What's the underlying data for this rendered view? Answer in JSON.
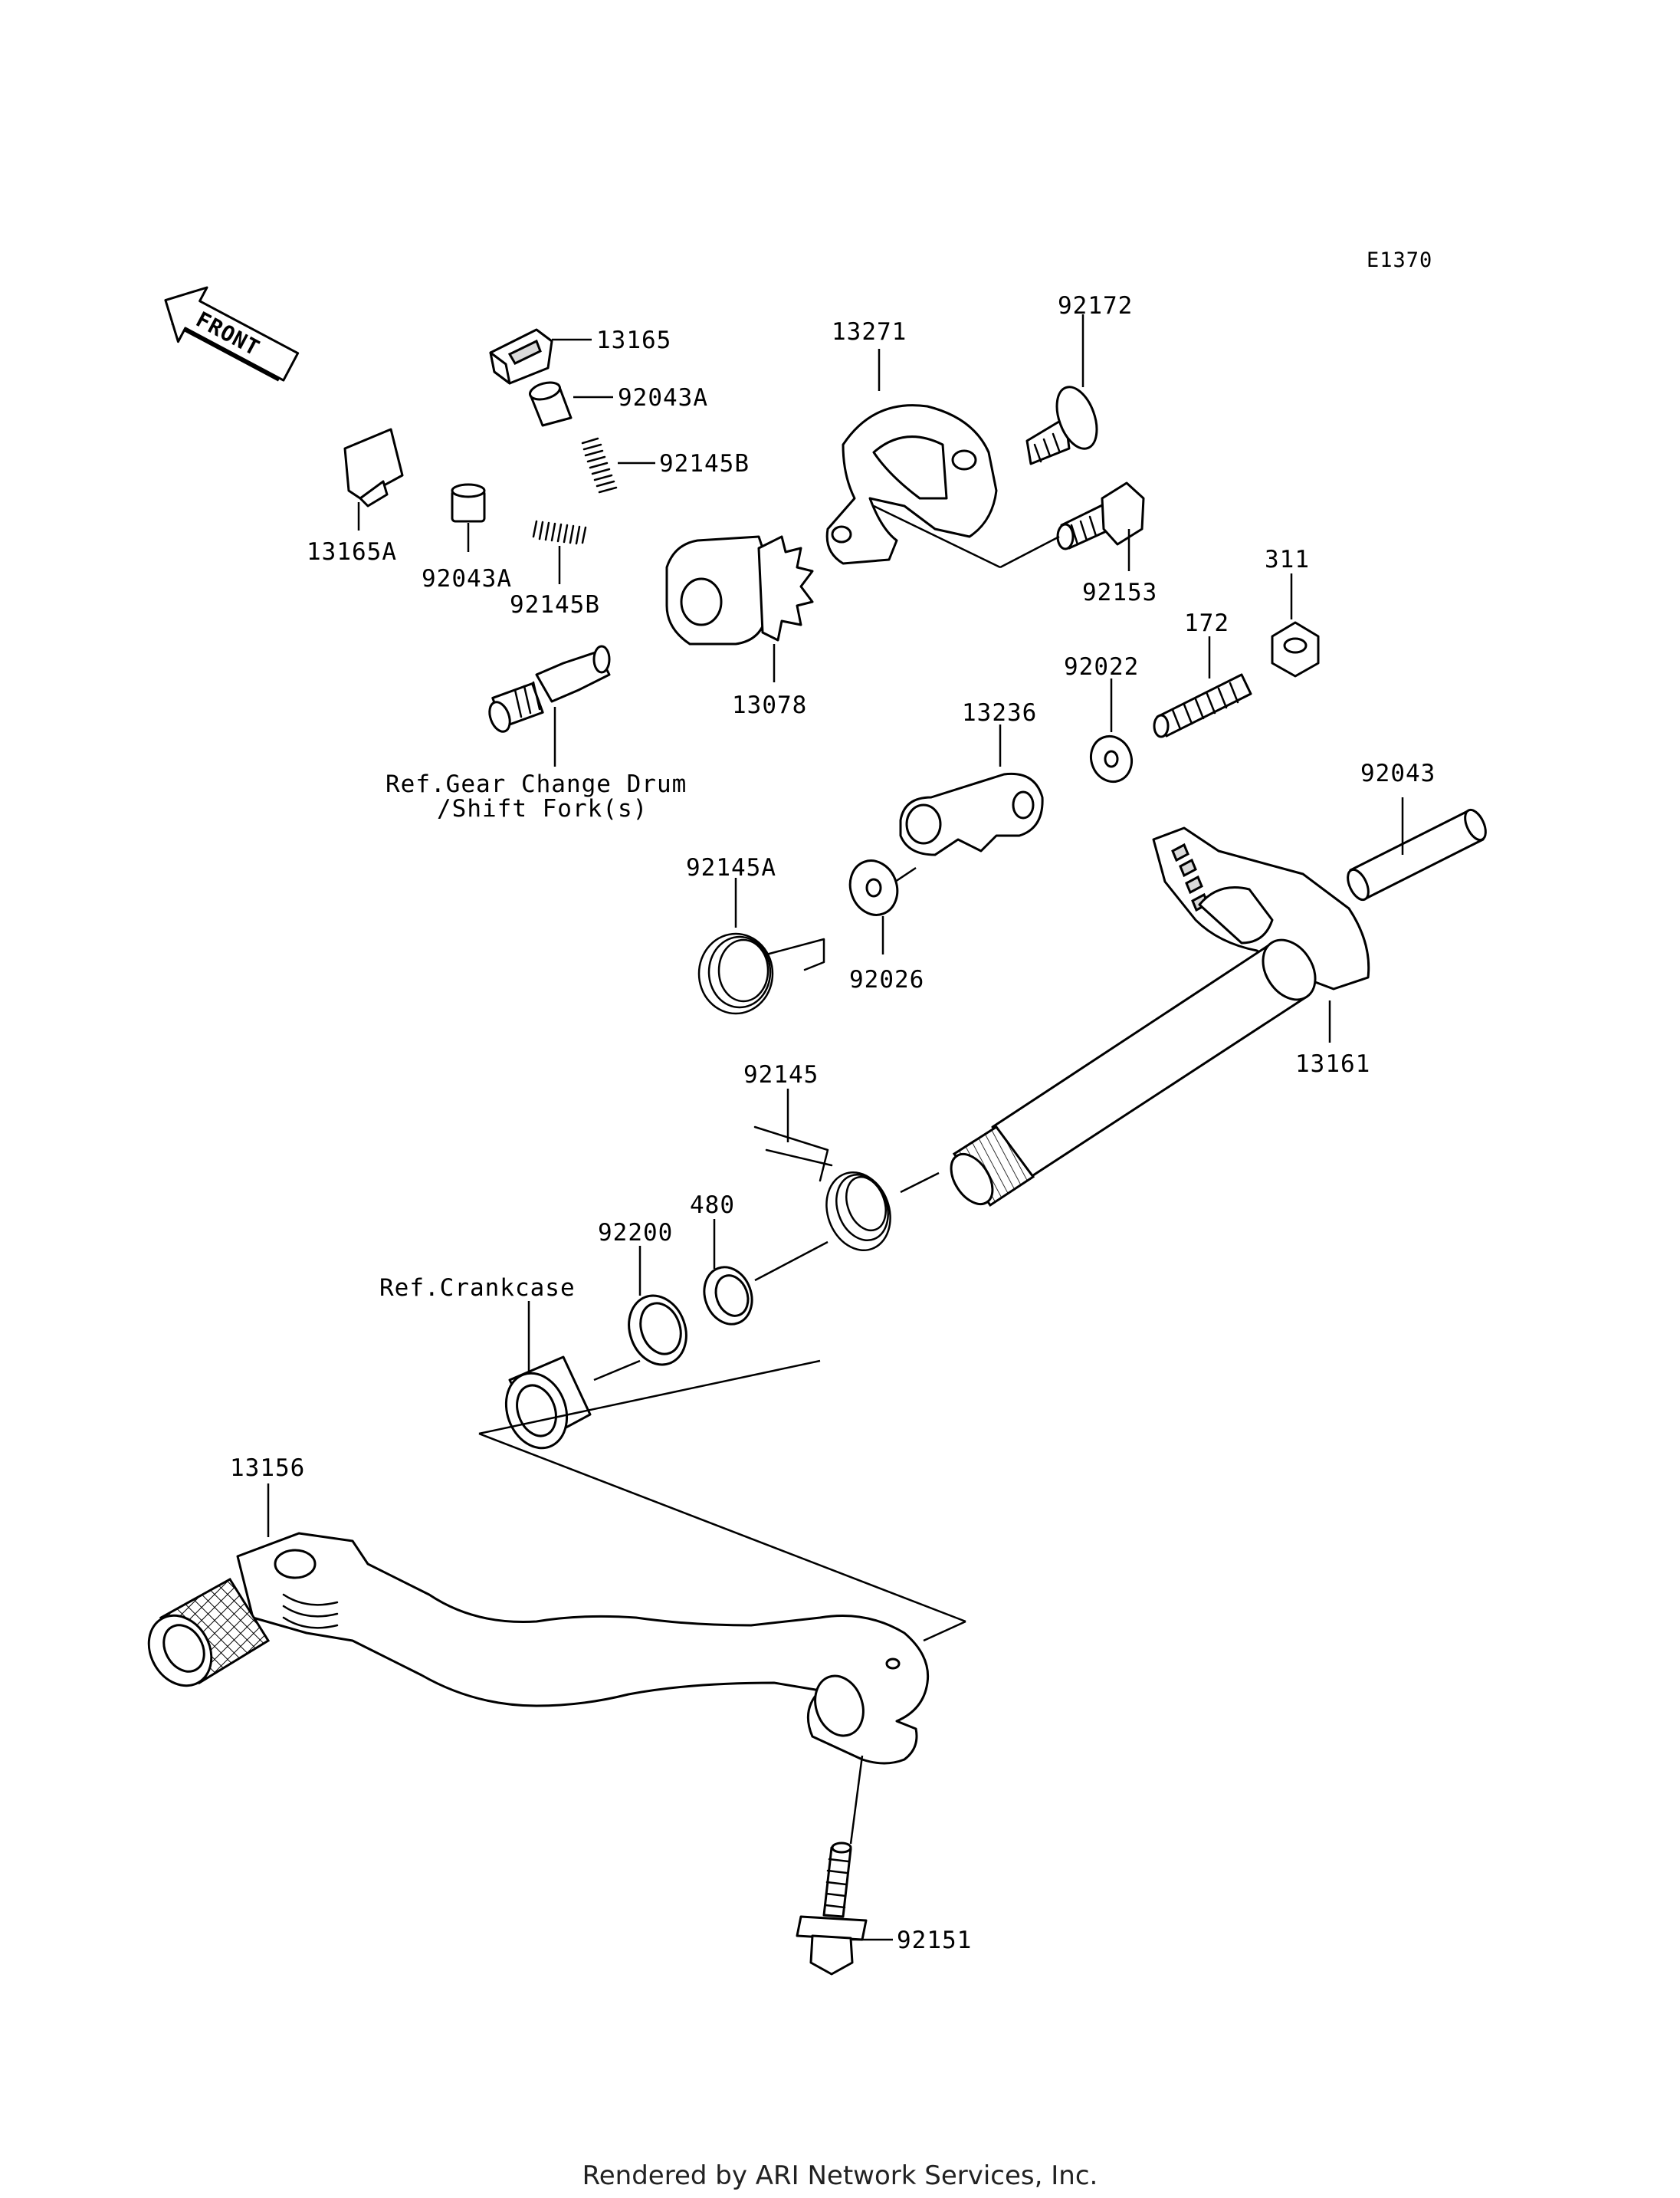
{
  "diagram_code": "E1370",
  "front_badge": "FRONT",
  "labels": {
    "p13165": "13165",
    "p92043A_top": "92043A",
    "p92145B_top": "92145B",
    "p13165A": "13165A",
    "p92043A_low": "92043A",
    "p92145B_low": "92145B",
    "p13271": "13271",
    "p92172": "92172",
    "p92153": "92153",
    "p311": "311",
    "p172": "172",
    "p13078": "13078",
    "p92022": "92022",
    "p13236": "13236",
    "p92043": "92043",
    "p92145A": "92145A",
    "p92026": "92026",
    "p13161": "13161",
    "p92145": "92145",
    "p480": "480",
    "p92200": "92200",
    "p13156": "13156",
    "p92151": "92151"
  },
  "references": {
    "gear_change_line1": "Ref.Gear Change Drum",
    "gear_change_line2": "/Shift Fork(s)",
    "crankcase": "Ref.Crankcase"
  },
  "footer": "Rendered by ARI Network Services, Inc."
}
